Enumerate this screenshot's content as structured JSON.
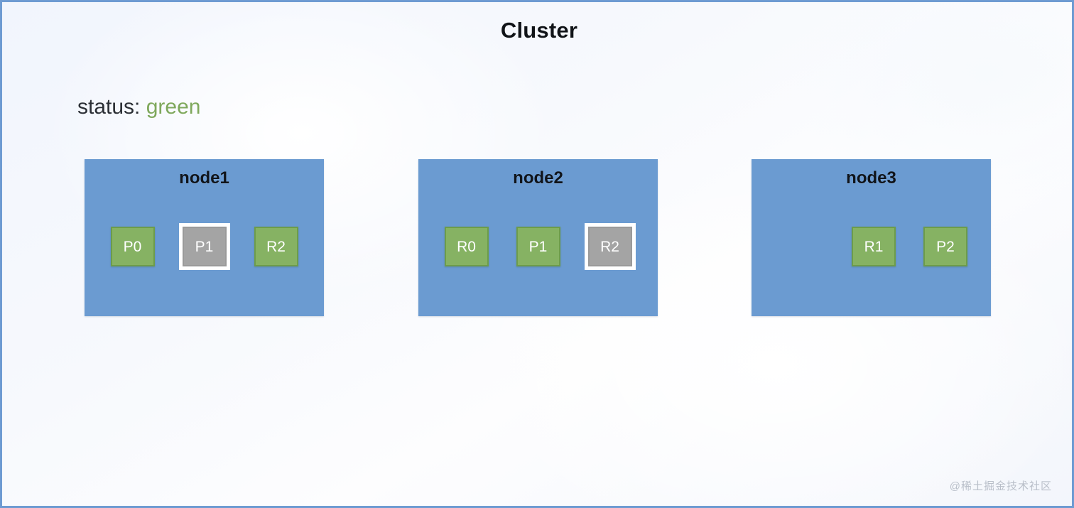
{
  "diagram": {
    "title": "Cluster",
    "status": {
      "label": "status:",
      "value": "green",
      "value_color": "#7fa85c"
    },
    "colors": {
      "node_fill": "#6b9bd1",
      "shard_green_fill": "#86b263",
      "shard_green_border": "#6d9c4a",
      "shard_gray_fill": "#a4a4a4",
      "shard_highlight_border": "#ffffff",
      "canvas_border": "#6e9bd2",
      "title_color": "#111418"
    },
    "nodes": [
      {
        "name": "node1",
        "alignment": "center",
        "shards": [
          {
            "label": "P0",
            "kind": "primary",
            "state": "green",
            "highlighted": false
          },
          {
            "label": "P1",
            "kind": "primary",
            "state": "gray",
            "highlighted": true
          },
          {
            "label": "R2",
            "kind": "replica",
            "state": "green",
            "highlighted": false
          }
        ]
      },
      {
        "name": "node2",
        "alignment": "center",
        "shards": [
          {
            "label": "R0",
            "kind": "replica",
            "state": "green",
            "highlighted": false
          },
          {
            "label": "P1",
            "kind": "primary",
            "state": "green",
            "highlighted": false
          },
          {
            "label": "R2",
            "kind": "replica",
            "state": "gray",
            "highlighted": true
          }
        ]
      },
      {
        "name": "node3",
        "alignment": "right",
        "shards": [
          {
            "label": "R1",
            "kind": "replica",
            "state": "green",
            "highlighted": false
          },
          {
            "label": "P2",
            "kind": "primary",
            "state": "green",
            "highlighted": false
          }
        ]
      }
    ]
  },
  "watermark": "@稀土掘金技术社区"
}
